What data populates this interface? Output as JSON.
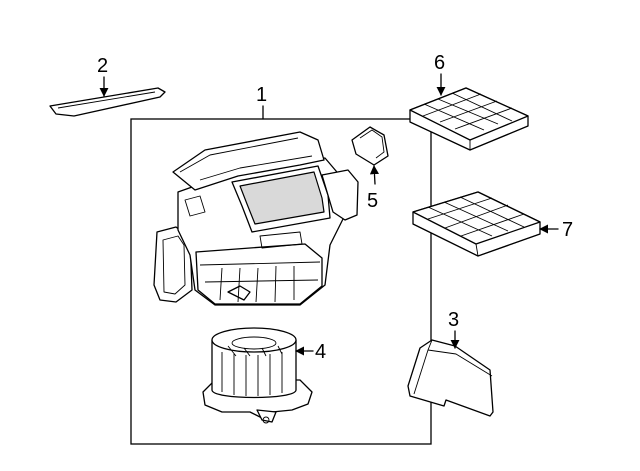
{
  "callouts": {
    "housing": "1",
    "strip": "2",
    "cover": "3",
    "blower_motor": "4",
    "resistor": "5",
    "filter_upper": "6",
    "filter_lower": "7"
  },
  "parts": [
    {
      "callout": "1",
      "icon": "hvac-blower-housing-icon"
    },
    {
      "callout": "2",
      "icon": "trim-strip-icon"
    },
    {
      "callout": "3",
      "icon": "side-cover-panel-icon"
    },
    {
      "callout": "4",
      "icon": "blower-motor-icon"
    },
    {
      "callout": "5",
      "icon": "resistor-icon"
    },
    {
      "callout": "6",
      "icon": "cabin-air-filter-icon"
    },
    {
      "callout": "7",
      "icon": "filter-tray-icon"
    }
  ],
  "colors": {
    "line": "#000000",
    "background": "#ffffff",
    "shade": "#d9d9d9"
  }
}
